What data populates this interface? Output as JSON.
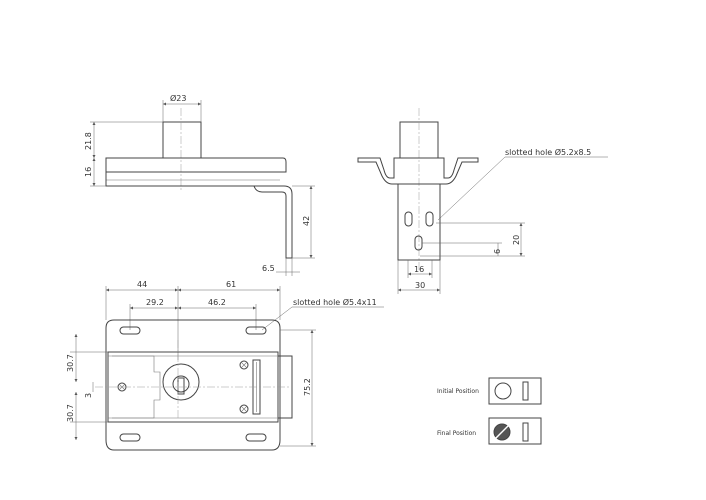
{
  "dimensions": {
    "top_view": {
      "diameter": "Ø23",
      "height_upper": "21.8",
      "height_lower": "16",
      "bracket_height": "42",
      "bracket_offset": "6.5"
    },
    "side_view": {
      "slot_note": "slotted hole Ø5.2x8.5",
      "spacing_20": "20",
      "spacing_6": "6",
      "width_16": "16",
      "width_30": "30"
    },
    "front_view": {
      "width_44": "44",
      "width_61": "61",
      "spacing_29_2": "29.2",
      "spacing_46_2": "46.2",
      "slot_note": "slotted hole Ø5.4x11",
      "height_30_7_top": "30.7",
      "height_3": "3",
      "height_30_7_bottom": "30.7",
      "height_75_2": "75.2"
    }
  },
  "legend": {
    "initial_label": "Initial Position",
    "final_label": "Final Position"
  }
}
